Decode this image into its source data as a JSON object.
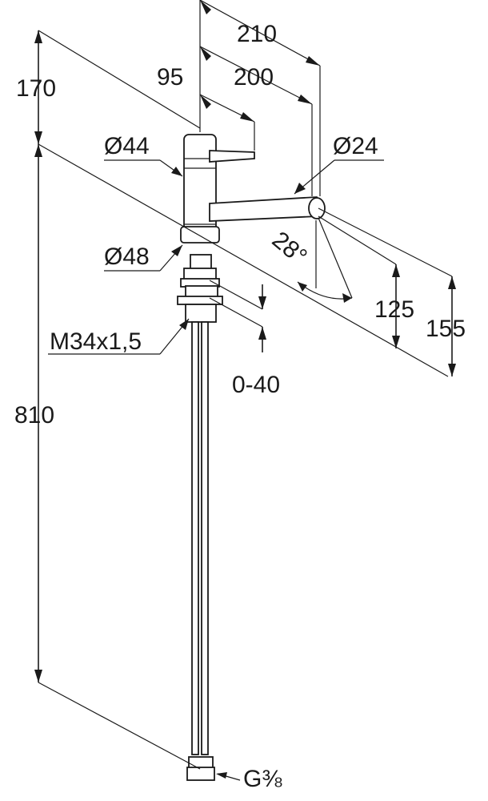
{
  "drawing": {
    "title": "",
    "dimensions": {
      "overall_reach": "210",
      "spout_reach": "200",
      "handle_reach": "95",
      "top_height": "170",
      "total_height": "810",
      "body_diameter": "Ø44",
      "base_diameter": "Ø48",
      "spout_diameter": "Ø24",
      "swivel_angle": "28°",
      "outlet_height": "125",
      "spout_height": "155",
      "deck_thickness": "0-40",
      "thread": "M34x1,5",
      "connection": "G⅜"
    },
    "colors": {
      "line": "#1a1a1a",
      "background": "#ffffff"
    }
  }
}
